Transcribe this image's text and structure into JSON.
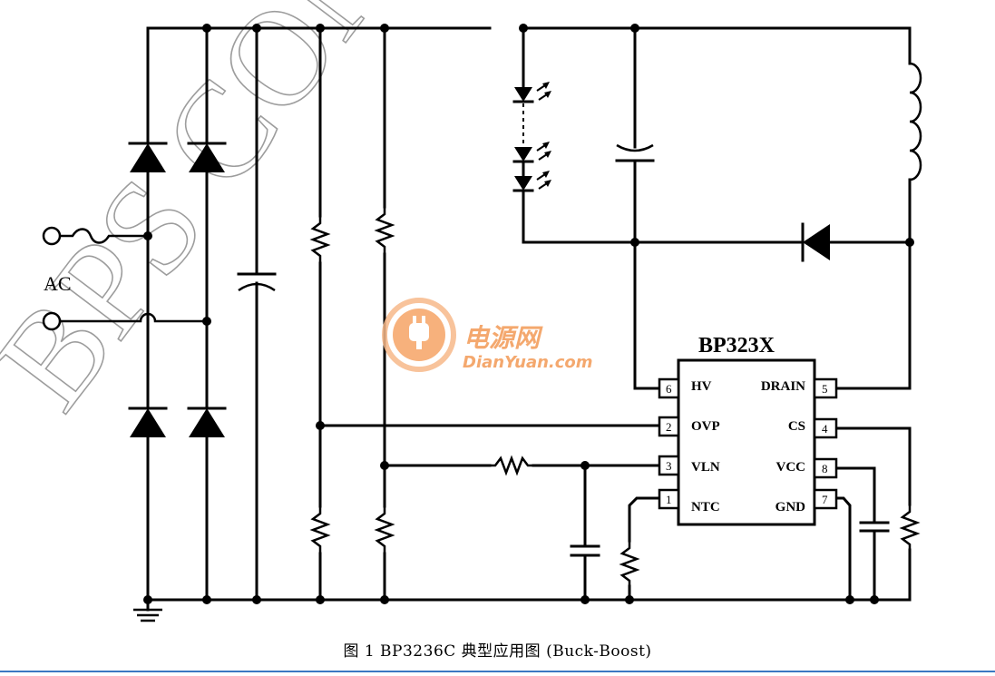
{
  "watermark": {
    "text": "BPS CONFI",
    "color": "#9a9a9a"
  },
  "logo": {
    "cn_text": "电源网",
    "en_text": "DianYuan.com",
    "color": "#f39a55"
  },
  "labels": {
    "ac": "AC",
    "chip_name": "BP323X"
  },
  "pins": {
    "hv": {
      "num": "6",
      "name": "HV"
    },
    "ovp": {
      "num": "2",
      "name": "OVP"
    },
    "vln": {
      "num": "3",
      "name": "VLN"
    },
    "ntc": {
      "num": "1",
      "name": "NTC"
    },
    "drain": {
      "num": "5",
      "name": "DRAIN"
    },
    "cs": {
      "num": "4",
      "name": "CS"
    },
    "vcc": {
      "num": "8",
      "name": "VCC"
    },
    "gnd": {
      "num": "7",
      "name": "GND"
    }
  },
  "caption": "图 1 BP3236C 典型应用图 (Buck-Boost)",
  "colors": {
    "line": "#000000",
    "rule": "#3a78c2"
  }
}
